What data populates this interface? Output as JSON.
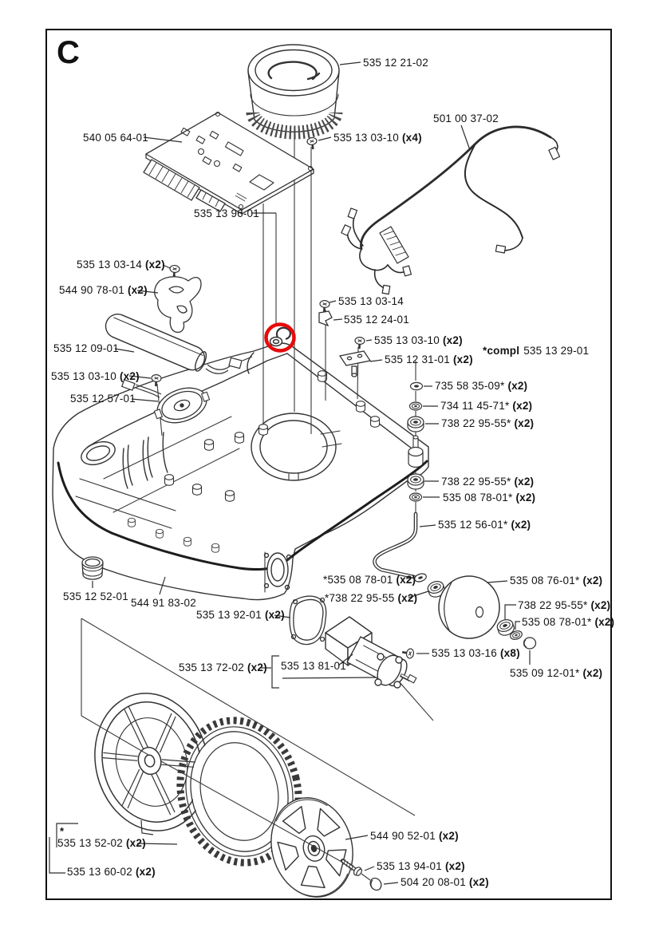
{
  "page": {
    "letter": "C"
  },
  "highlight": {
    "color": "#e60a0a",
    "circled_part": "535 13 96-01"
  },
  "labels": {
    "a1": {
      "num": "535 12 21-02"
    },
    "a2": {
      "num": "540 05 64-01"
    },
    "a3": {
      "num": "535 13 03-10",
      "qty": "(x4)"
    },
    "a4": {
      "num": "501 00 37-02"
    },
    "a5": {
      "num": "535 13 96-01"
    },
    "a6": {
      "num": "535 13 03-14",
      "qty": "(x2)"
    },
    "a7": {
      "num": "544 90 78-01",
      "qty": "(x2)"
    },
    "a8": {
      "num": "535 12 09-01"
    },
    "a9": {
      "num": "535 13 03-14"
    },
    "a10": {
      "num": "535 12 24-01"
    },
    "a11": {
      "num": "535 13 03-10",
      "qty": "(x2)"
    },
    "a12": {
      "num": "535 12 31-01",
      "qty": "(x2)"
    },
    "a13": {
      "pre": "*compl",
      "num": "535 13 29-01"
    },
    "a14": {
      "num": "535 13 03-10",
      "qty": "(x2)"
    },
    "a15": {
      "num": "535 12 57-01"
    },
    "a16": {
      "num": "735 58 35-09*",
      "qty": "(x2)"
    },
    "a17": {
      "num": "734 11 45-71*",
      "qty": "(x2)"
    },
    "a18": {
      "num": "738 22 95-55*",
      "qty": "(x2)"
    },
    "a19": {
      "num": "738 22 95-55*",
      "qty": "(x2)"
    },
    "a20": {
      "num": "535 08 78-01*",
      "qty": "(x2)"
    },
    "a21": {
      "num": "535 12 56-01*",
      "qty": "(x2)"
    },
    "a22": {
      "num": "*535 08 78-01",
      "qty": "(x2)"
    },
    "a23": {
      "num": "*738 22 95-55",
      "qty": "(x2)"
    },
    "a24": {
      "num": "535 08 76-01*",
      "qty": "(x2)"
    },
    "a25": {
      "num": "738 22 95-55*",
      "qty": "(x2)"
    },
    "a26": {
      "num": "535 08 78-01*",
      "qty": "(x2)"
    },
    "a27": {
      "num": "535 13 03-16",
      "qty": "(x8)"
    },
    "a28": {
      "num": "535 09 12-01*",
      "qty": "(x2)"
    },
    "a29": {
      "num": "535 12 52-01"
    },
    "a30": {
      "num": "544 91 83-02"
    },
    "a31": {
      "num": "535 13 92-01",
      "qty": "(x2)"
    },
    "a32": {
      "num": "535 13 72-02",
      "qty": "(x2)"
    },
    "a33": {
      "num": "535 13 81-01"
    },
    "a34": {
      "num": "544 90 52-01",
      "qty": "(x2)"
    },
    "a35": {
      "num": "535 13 94-01",
      "qty": "(x2)"
    },
    "a36": {
      "num": "504 20 08-01",
      "qty": "(x2)"
    },
    "a37": {
      "num": "535 13 52-02",
      "qty": "(x2)"
    },
    "a38": {
      "num": "535 13 60-02",
      "qty": "(x2)"
    },
    "footnote_star": "*"
  }
}
